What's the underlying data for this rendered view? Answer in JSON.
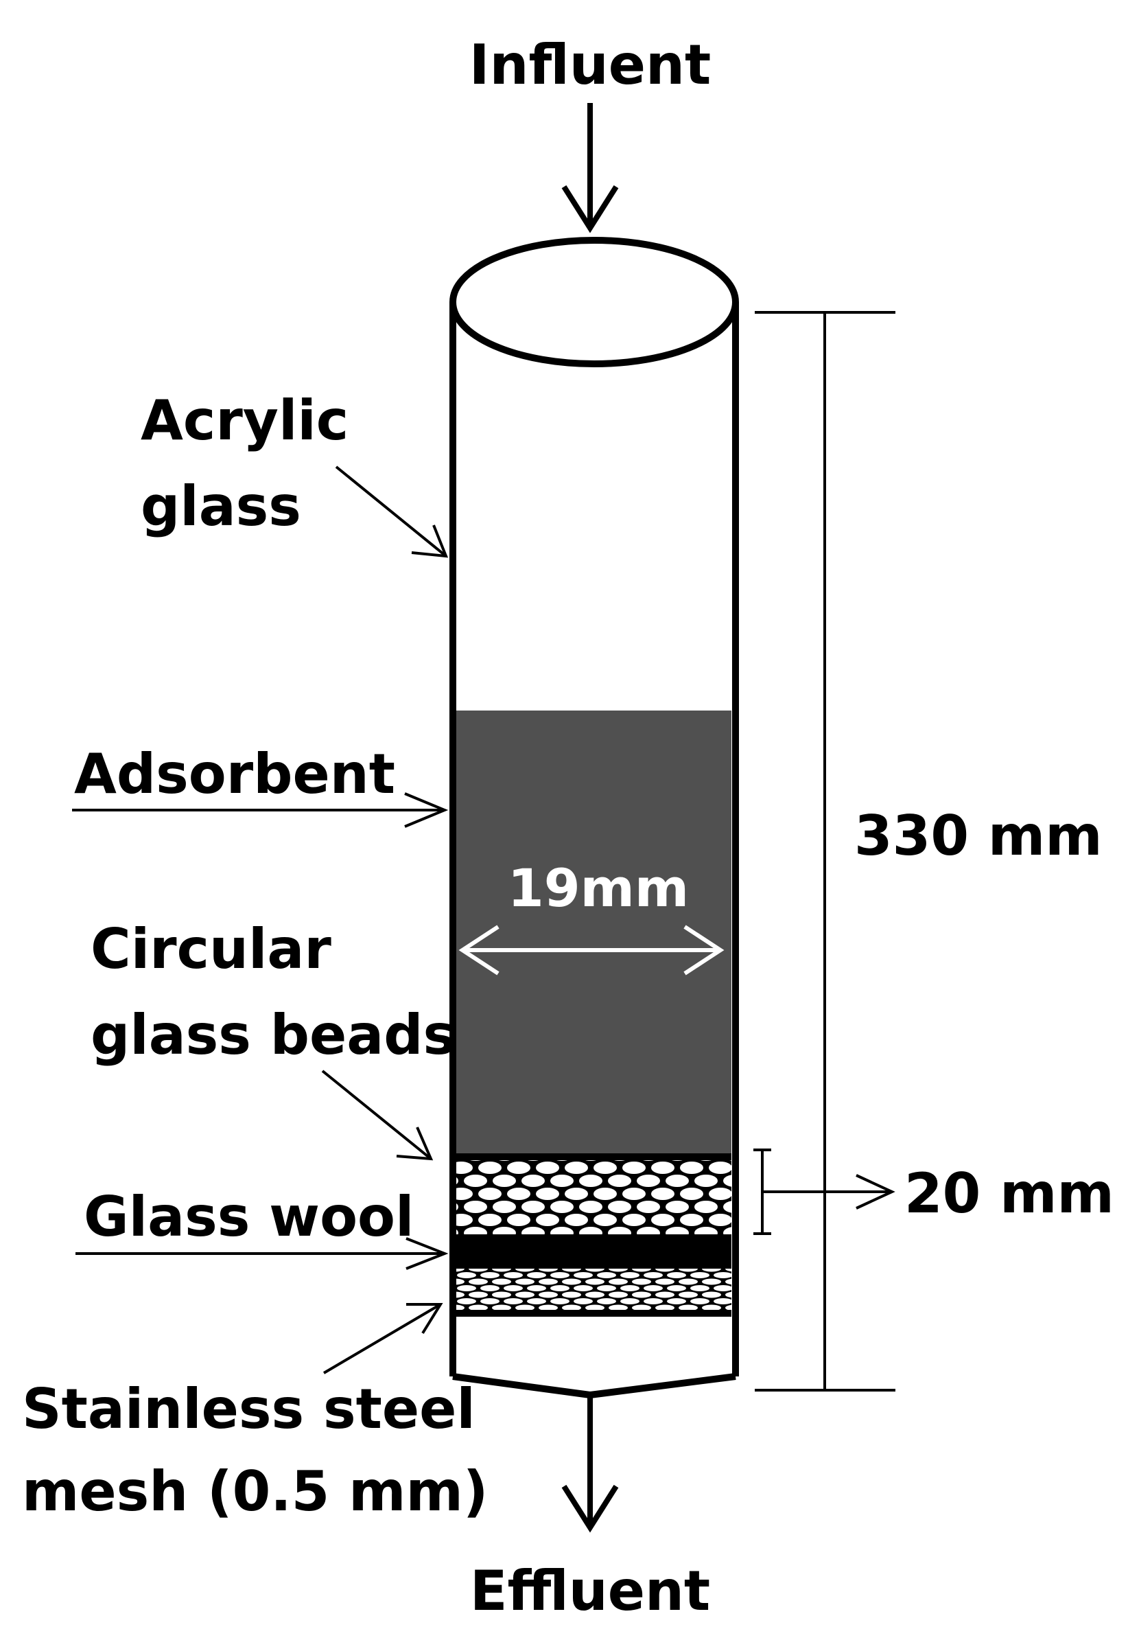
{
  "labels": {
    "influent": "Influent",
    "effluent": "Effluent",
    "acrylic_line1": "Acrylic",
    "acrylic_line2": "glass",
    "adsorbent": "Adsorbent",
    "beads_line1": "Circular",
    "beads_line2": "glass beads",
    "glass_wool": "Glass wool",
    "mesh_line1": "Stainless steel",
    "mesh_line2": "mesh (0.5 mm)"
  },
  "dimensions": {
    "column_height": "330 mm",
    "column_diameter": "19mm",
    "bead_layer_height": "20 mm"
  },
  "colors": {
    "adsorbent": "#505050",
    "outline": "#000000",
    "background": "#ffffff",
    "diameter_arrow": "#ffffff"
  }
}
